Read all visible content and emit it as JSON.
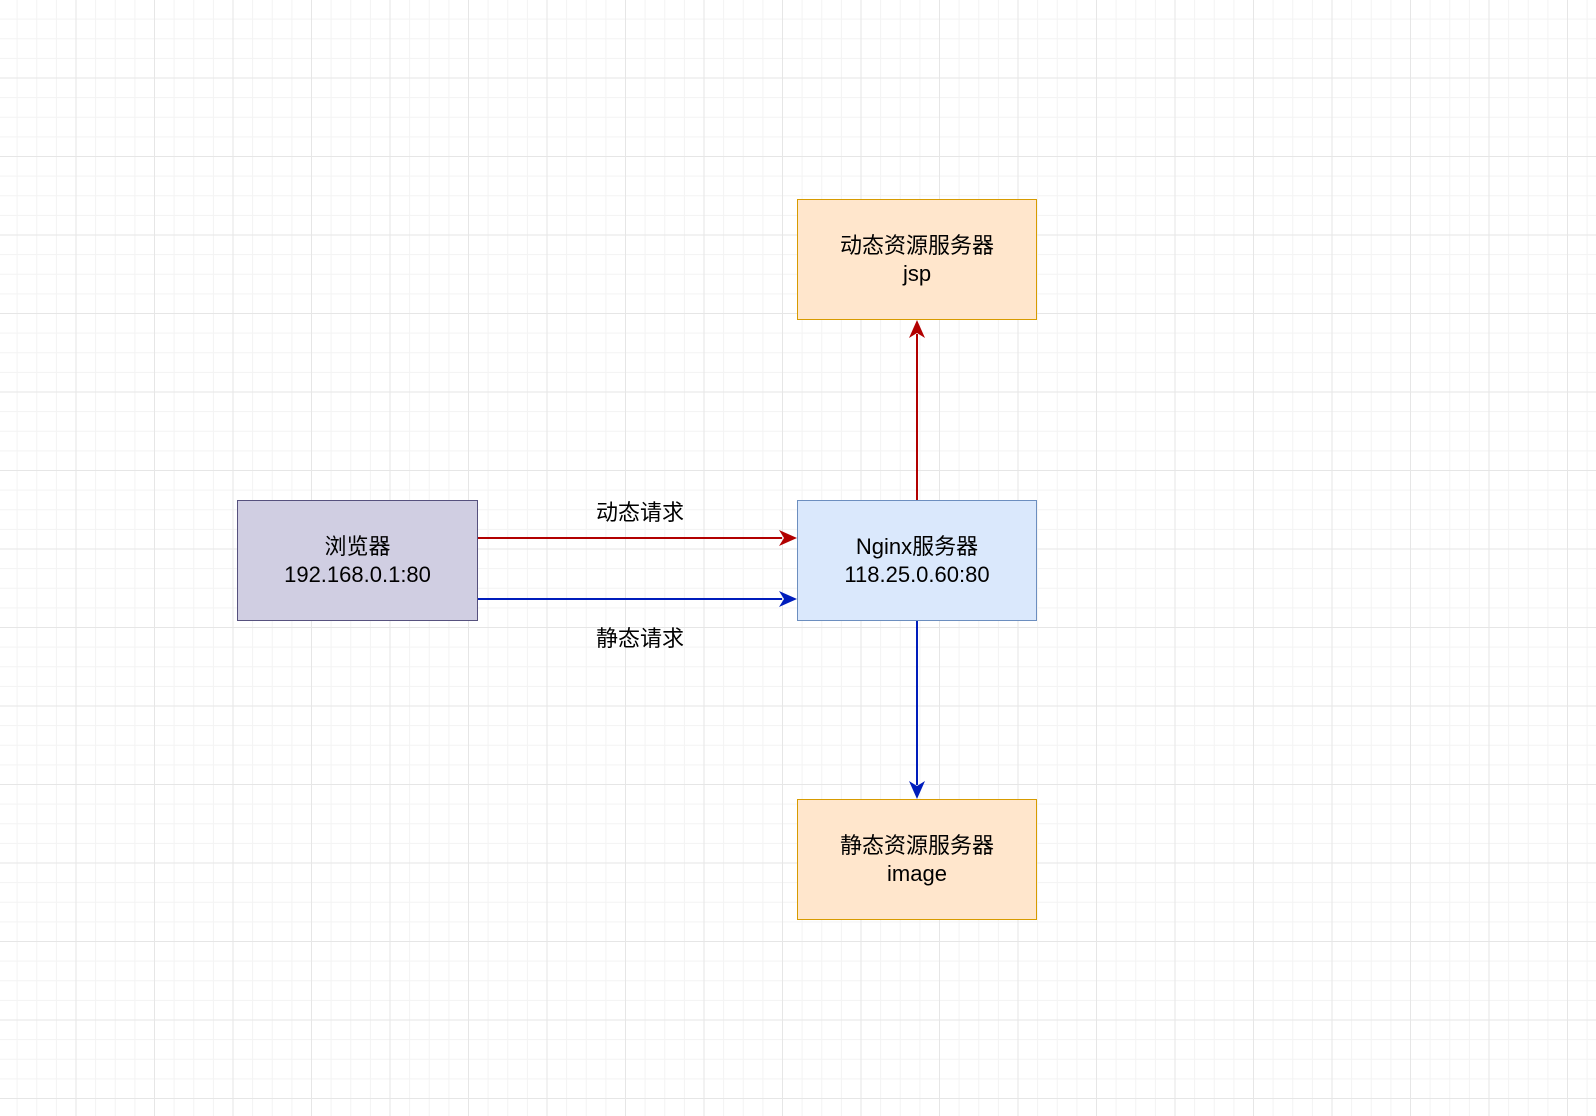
{
  "nodes": {
    "browser": {
      "line1": "浏览器",
      "line2": "192.168.0.1:80"
    },
    "nginx": {
      "line1": "Nginx服务器",
      "line2": "118.25.0.60:80"
    },
    "dynamic_server": {
      "line1": "动态资源服务器",
      "line2": "jsp"
    },
    "static_server": {
      "line1": "静态资源服务器",
      "line2": "image"
    }
  },
  "edges": {
    "dynamic_request": {
      "label": "动态请求",
      "color": "#b20000"
    },
    "static_request": {
      "label": "静态请求",
      "color": "#001dbc"
    }
  },
  "colors": {
    "browser_fill": "#d0cee2",
    "browser_stroke": "#56517e",
    "nginx_fill": "#dae8fc",
    "nginx_stroke": "#6c8ebf",
    "server_fill": "#ffe6cc",
    "server_stroke": "#d79b00",
    "dynamic_edge": "#b20000",
    "static_edge": "#001dbc"
  }
}
